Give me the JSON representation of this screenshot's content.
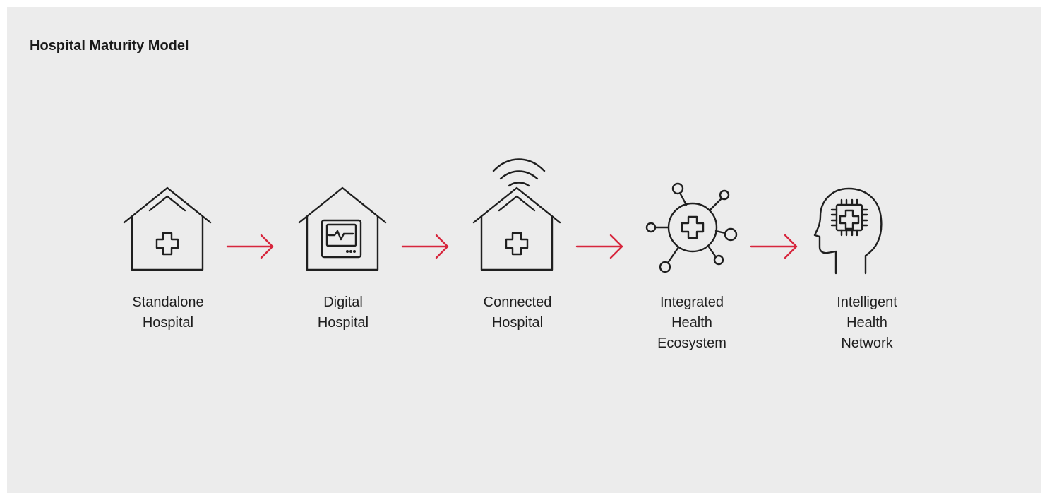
{
  "title": "Hospital Maturity Model",
  "colors": {
    "background": "#ececec",
    "arrow": "#d7263d",
    "line": "#1f1f1f"
  },
  "stages": [
    {
      "label": "Standalone\nHospital",
      "icon": "house-cross-icon"
    },
    {
      "label": "Digital\nHospital",
      "icon": "house-heart-monitor-icon"
    },
    {
      "label": "Connected\nHospital",
      "icon": "house-wifi-cross-icon"
    },
    {
      "label": "Integrated\nHealth\nEcosystem",
      "icon": "network-cross-icon"
    },
    {
      "label": "Intelligent\nHealth\nNetwork",
      "icon": "head-chip-cross-icon"
    }
  ],
  "connector_icon": "arrow-right-icon"
}
